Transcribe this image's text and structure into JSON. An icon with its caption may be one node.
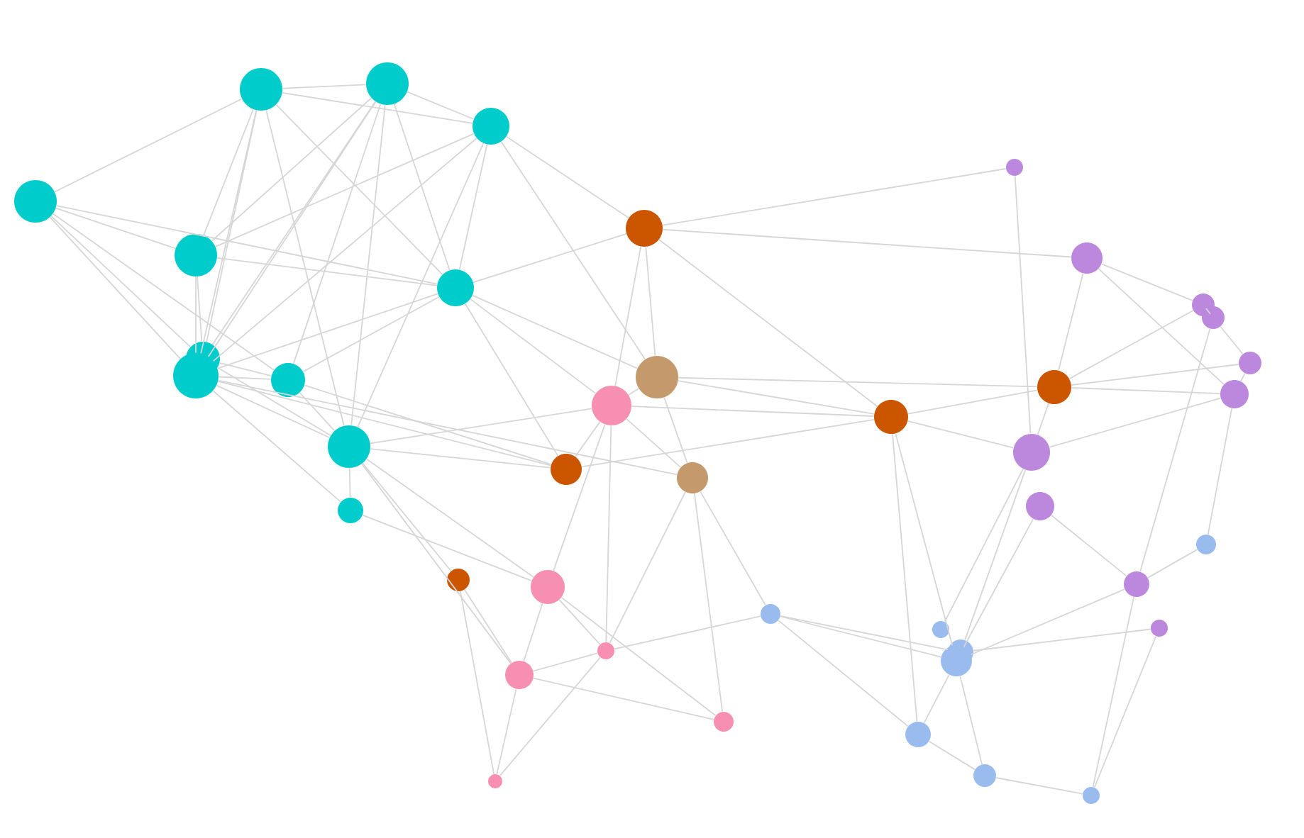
{
  "diagram": {
    "nodes": [
      {
        "text": [],
        "shape": "circle"
      },
      {
        "text": [],
        "shape": "circle"
      },
      {
        "text": [],
        "shape": "circle"
      },
      {
        "text": [],
        "shape": "circle"
      },
      {
        "text": [],
        "shape": "circle"
      },
      {
        "text": [],
        "shape": "circle"
      },
      {
        "text": [],
        "shape": "circle"
      },
      {
        "text": [],
        "shape": "circle"
      },
      {
        "text": [],
        "shape": "circle"
      },
      {
        "text": [],
        "shape": "circle"
      },
      {
        "text": [],
        "shape": "circle"
      },
      {
        "text": [],
        "shape": "circle"
      },
      {
        "text": [],
        "shape": "circle"
      },
      {
        "text": [],
        "shape": "circle"
      },
      {
        "text": [],
        "shape": "circle"
      },
      {
        "text": [],
        "shape": "circle"
      },
      {
        "text": [],
        "shape": "circle"
      },
      {
        "text": [],
        "shape": "circle"
      },
      {
        "text": [],
        "shape": "circle"
      },
      {
        "text": [],
        "shape": "circle"
      },
      {
        "text": [],
        "shape": "circle"
      },
      {
        "text": [],
        "shape": "circle"
      },
      {
        "text": [],
        "shape": "circle"
      },
      {
        "text": [],
        "shape": "circle"
      },
      {
        "text": [],
        "shape": "circle"
      },
      {
        "text": [],
        "shape": "circle"
      },
      {
        "text": [],
        "shape": "circle"
      },
      {
        "text": [],
        "shape": "circle"
      },
      {
        "text": [],
        "shape": "circle"
      },
      {
        "text": [],
        "shape": "circle"
      },
      {
        "text": [],
        "shape": "circle"
      },
      {
        "text": [],
        "shape": "circle"
      },
      {
        "text": [],
        "shape": "circle"
      },
      {
        "text": [],
        "shape": "circle"
      },
      {
        "text": [],
        "shape": "circle"
      },
      {
        "text": [],
        "shape": "circle"
      },
      {
        "text": [],
        "shape": "circle"
      },
      {
        "text": [],
        "shape": "circle"
      },
      {
        "text": [],
        "shape": "circle"
      },
      {
        "text": [],
        "shape": "circle"
      },
      {
        "text": [],
        "shape": "circle"
      },
      {
        "text": [],
        "shape": "circle"
      }
    ],
    "edges": [
      {
        "from": 0,
        "to": 1,
        "arrow": "none"
      },
      {
        "from": 0,
        "to": 2,
        "arrow": "none"
      },
      {
        "from": 0,
        "to": 3,
        "arrow": "none"
      },
      {
        "from": 0,
        "to": 4,
        "arrow": "none"
      },
      {
        "from": 0,
        "to": 9,
        "arrow": "none"
      },
      {
        "from": 0,
        "to": 5,
        "arrow": "none"
      },
      {
        "from": 1,
        "to": 2,
        "arrow": "none"
      },
      {
        "from": 1,
        "to": 3,
        "arrow": "none"
      },
      {
        "from": 1,
        "to": 4,
        "arrow": "none"
      },
      {
        "from": 1,
        "to": 8,
        "arrow": "none"
      },
      {
        "from": 1,
        "to": 11,
        "arrow": "none"
      },
      {
        "from": 1,
        "to": 9,
        "arrow": "none"
      },
      {
        "from": 2,
        "to": 4,
        "arrow": "none"
      },
      {
        "from": 2,
        "to": 5,
        "arrow": "none"
      },
      {
        "from": 2,
        "to": 6,
        "arrow": "none"
      },
      {
        "from": 2,
        "to": 8,
        "arrow": "none"
      },
      {
        "from": 2,
        "to": 9,
        "arrow": "none"
      },
      {
        "from": 2,
        "to": 11,
        "arrow": "none"
      },
      {
        "from": 2,
        "to": 7,
        "arrow": "none"
      },
      {
        "from": 3,
        "to": 4,
        "arrow": "none"
      },
      {
        "from": 3,
        "to": 8,
        "arrow": "none"
      },
      {
        "from": 3,
        "to": 6,
        "arrow": "none"
      },
      {
        "from": 3,
        "to": 5,
        "arrow": "none"
      },
      {
        "from": 4,
        "to": 8,
        "arrow": "none"
      },
      {
        "from": 4,
        "to": 11,
        "arrow": "none"
      },
      {
        "from": 4,
        "to": 6,
        "arrow": "none"
      },
      {
        "from": 4,
        "to": 9,
        "arrow": "none"
      },
      {
        "from": 5,
        "to": 6,
        "arrow": "none"
      },
      {
        "from": 5,
        "to": 8,
        "arrow": "none"
      },
      {
        "from": 5,
        "to": 9,
        "arrow": "none"
      },
      {
        "from": 6,
        "to": 8,
        "arrow": "none"
      },
      {
        "from": 6,
        "to": 11,
        "arrow": "none"
      },
      {
        "from": 6,
        "to": 7,
        "arrow": "none"
      },
      {
        "from": 8,
        "to": 11,
        "arrow": "none"
      },
      {
        "from": 8,
        "to": 9,
        "arrow": "none"
      },
      {
        "from": 9,
        "to": 11,
        "arrow": "none"
      },
      {
        "from": 9,
        "to": 18,
        "arrow": "none"
      },
      {
        "from": 11,
        "to": 18,
        "arrow": "none"
      },
      {
        "from": 9,
        "to": 15,
        "arrow": "none"
      },
      {
        "from": 6,
        "to": 15,
        "arrow": "none"
      },
      {
        "from": 6,
        "to": 17,
        "arrow": "none"
      },
      {
        "from": 2,
        "to": 15,
        "arrow": "none"
      },
      {
        "from": 9,
        "to": 19,
        "arrow": "none"
      },
      {
        "from": 5,
        "to": 15,
        "arrow": "none"
      },
      {
        "from": 7,
        "to": 14,
        "arrow": "none"
      },
      {
        "from": 6,
        "to": 14,
        "arrow": "none"
      },
      {
        "from": 6,
        "to": 10,
        "arrow": "none"
      },
      {
        "from": 10,
        "to": 13,
        "arrow": "none"
      },
      {
        "from": 10,
        "to": 12,
        "arrow": "none"
      },
      {
        "from": 14,
        "to": 13,
        "arrow": "none"
      },
      {
        "from": 14,
        "to": 17,
        "arrow": "none"
      },
      {
        "from": 14,
        "to": 16,
        "arrow": "none"
      },
      {
        "from": 13,
        "to": 16,
        "arrow": "none"
      },
      {
        "from": 13,
        "to": 21,
        "arrow": "none"
      },
      {
        "from": 13,
        "to": 12,
        "arrow": "none"
      },
      {
        "from": 17,
        "to": 16,
        "arrow": "none"
      },
      {
        "from": 17,
        "to": 19,
        "arrow": "none"
      },
      {
        "from": 17,
        "to": 20,
        "arrow": "none"
      },
      {
        "from": 17,
        "to": 15,
        "arrow": "none"
      },
      {
        "from": 19,
        "to": 20,
        "arrow": "none"
      },
      {
        "from": 20,
        "to": 21,
        "arrow": "none"
      },
      {
        "from": 20,
        "to": 16,
        "arrow": "none"
      },
      {
        "from": 20,
        "to": 22,
        "arrow": "none"
      },
      {
        "from": 18,
        "to": 19,
        "arrow": "none"
      },
      {
        "from": 18,
        "to": 29,
        "arrow": "none"
      },
      {
        "from": 18,
        "to": 33,
        "arrow": "none"
      },
      {
        "from": 18,
        "to": 23,
        "arrow": "none"
      },
      {
        "from": 19,
        "to": 23,
        "arrow": "none"
      },
      {
        "from": 15,
        "to": 23,
        "arrow": "none"
      },
      {
        "from": 23,
        "to": 32,
        "arrow": "none"
      },
      {
        "from": 23,
        "to": 24,
        "arrow": "none"
      },
      {
        "from": 23,
        "to": 26,
        "arrow": "none"
      },
      {
        "from": 22,
        "to": 26,
        "arrow": "none"
      },
      {
        "from": 22,
        "to": 24,
        "arrow": "none"
      },
      {
        "from": 22,
        "to": 27,
        "arrow": "none"
      },
      {
        "from": 26,
        "to": 28,
        "arrow": "none"
      },
      {
        "from": 24,
        "to": 28,
        "arrow": "none"
      },
      {
        "from": 27,
        "to": 30,
        "arrow": "none"
      },
      {
        "from": 26,
        "to": 31,
        "arrow": "none"
      },
      {
        "from": 25,
        "to": 30,
        "arrow": "none"
      },
      {
        "from": 28,
        "to": 34,
        "arrow": "none"
      },
      {
        "from": 34,
        "to": 35,
        "arrow": "none"
      },
      {
        "from": 34,
        "to": 36,
        "arrow": "none"
      },
      {
        "from": 35,
        "to": 38,
        "arrow": "none"
      },
      {
        "from": 35,
        "to": 39,
        "arrow": "none"
      },
      {
        "from": 30,
        "to": 32,
        "arrow": "none"
      },
      {
        "from": 32,
        "to": 33,
        "arrow": "none"
      },
      {
        "from": 29,
        "to": 30,
        "arrow": "none"
      },
      {
        "from": 33,
        "to": 37,
        "arrow": "none"
      },
      {
        "from": 33,
        "to": 40,
        "arrow": "none"
      },
      {
        "from": 37,
        "to": 39,
        "arrow": "none"
      },
      {
        "from": 39,
        "to": 41,
        "arrow": "none"
      },
      {
        "from": 41,
        "to": 40,
        "arrow": "none"
      },
      {
        "from": 40,
        "to": 30,
        "arrow": "none"
      },
      {
        "from": 40,
        "to": 32,
        "arrow": "none"
      },
      {
        "from": 38,
        "to": 40,
        "arrow": "none"
      },
      {
        "from": 32,
        "to": 41,
        "arrow": "none"
      },
      {
        "from": 31,
        "to": 35,
        "arrow": "none"
      },
      {
        "from": 26,
        "to": 35,
        "arrow": "none"
      },
      {
        "from": 27,
        "to": 36,
        "arrow": "none"
      },
      {
        "from": 24,
        "to": 26,
        "arrow": "none"
      },
      {
        "from": 12,
        "to": 16,
        "arrow": "none"
      },
      {
        "from": 21,
        "to": 14,
        "arrow": "none"
      },
      {
        "from": 16,
        "to": 22,
        "arrow": "none"
      },
      {
        "from": 9,
        "to": 17,
        "arrow": "none"
      },
      {
        "from": 11,
        "to": 19,
        "arrow": "none"
      },
      {
        "from": 18,
        "to": 17,
        "arrow": "none"
      },
      {
        "from": 6,
        "to": 13,
        "arrow": "none"
      },
      {
        "from": 2,
        "to": 20,
        "arrow": "none"
      },
      {
        "from": 23,
        "to": 30,
        "arrow": "none"
      },
      {
        "from": 19,
        "to": 32,
        "arrow": "none"
      },
      {
        "from": 37,
        "to": 32,
        "arrow": "none"
      },
      {
        "from": 17,
        "to": 23,
        "arrow": "none"
      }
    ]
  }
}
